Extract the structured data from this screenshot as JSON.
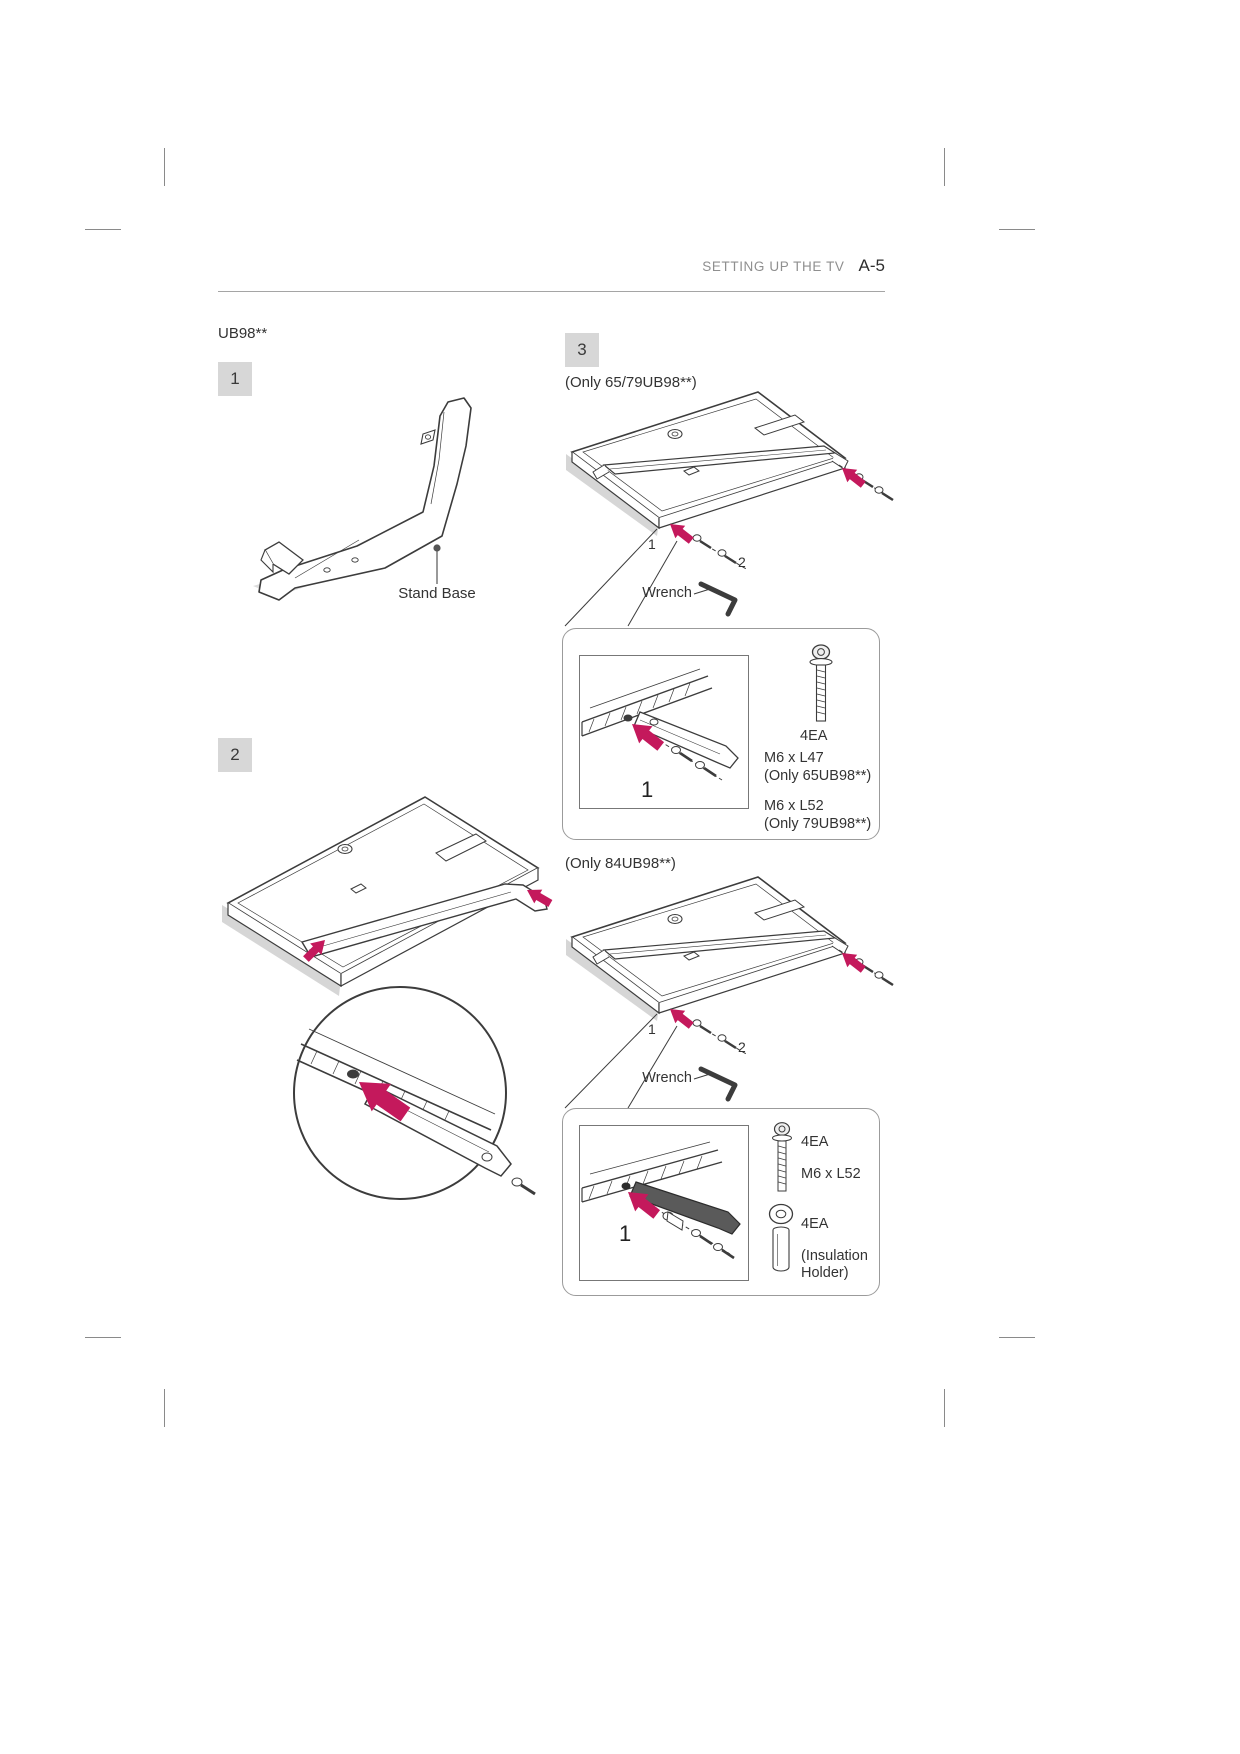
{
  "header": {
    "section": "SETTING UP THE TV",
    "page_number": "A-5"
  },
  "model": "UB98**",
  "step_badges": {
    "step1": "1",
    "step2": "2",
    "step3": "3"
  },
  "step1": {
    "stand_base_label": "Stand Base"
  },
  "step3_top": {
    "variant_label": "(Only 65/79UB98**)",
    "screw_point_1": "1",
    "screw_point_2": "2",
    "wrench_label": "Wrench",
    "callout": {
      "zoom_step": "1",
      "qty": "4EA",
      "screw_spec_1": "M6 x L47",
      "screw_spec_1_note": "(Only 65UB98**)",
      "screw_spec_2": "M6 x L52",
      "screw_spec_2_note": "(Only 79UB98**)"
    }
  },
  "step3_bottom": {
    "variant_label": "(Only 84UB98**)",
    "screw_point_1": "1",
    "screw_point_2": "2",
    "wrench_label": "Wrench",
    "callout": {
      "zoom_step": "1",
      "screw_qty": "4EA",
      "screw_spec": "M6 x L52",
      "holder_qty": "4EA",
      "holder_line1": "(Insulation",
      "holder_line2": "Holder)"
    }
  },
  "colors": {
    "accent_pink": "#c4195c"
  }
}
